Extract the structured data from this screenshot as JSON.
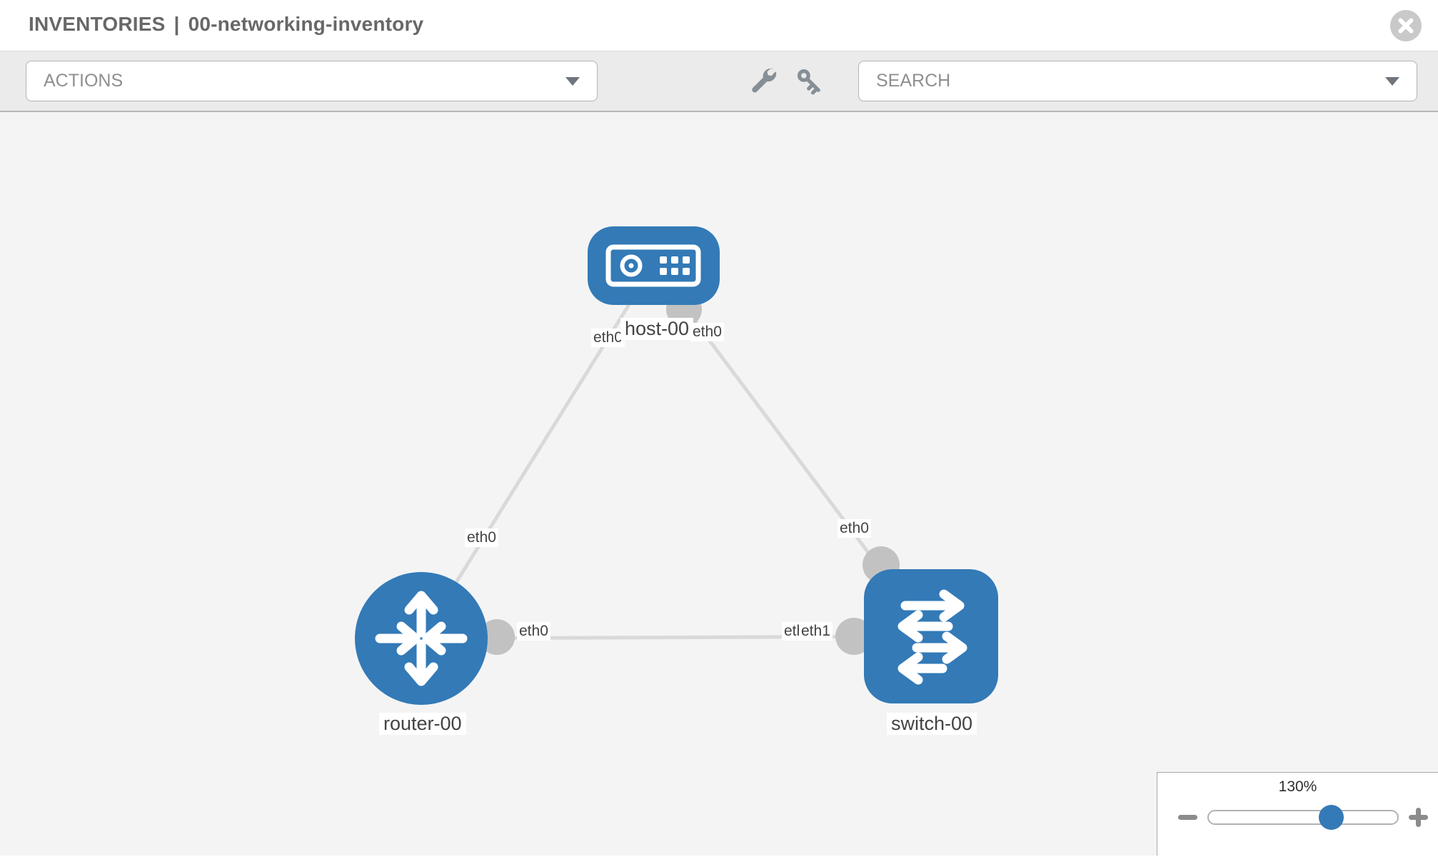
{
  "window": {
    "title_prefix": "INVENTORIES",
    "title_separator": "|",
    "title_name": "00-networking-inventory"
  },
  "toolbar": {
    "actions_label": "ACTIONS",
    "search_label": "SEARCH",
    "icons": [
      "wrench-icon",
      "key-icon"
    ]
  },
  "topology": {
    "nodes": [
      {
        "id": "host-00",
        "type": "host",
        "label": "host-00"
      },
      {
        "id": "router-00",
        "type": "router",
        "label": "router-00"
      },
      {
        "id": "switch-00",
        "type": "switch",
        "label": "switch-00"
      }
    ],
    "links": [
      {
        "from": "host-00",
        "to": "router-00",
        "from_interface": "eth0",
        "to_interface": "eth0"
      },
      {
        "from": "host-00",
        "to": "switch-00",
        "from_interface": "eth0",
        "to_interface": "eth0"
      },
      {
        "from": "router-00",
        "to": "switch-00",
        "from_interface": "eth0",
        "to_interface": "eth1"
      }
    ],
    "interface_labels": {
      "host_left": "eth0",
      "host_right": "eth0",
      "router_top": "eth0",
      "switch_top": "eth0",
      "mid_left": "eth0",
      "mid_right_under": "eth0",
      "mid_right_over": "eth1"
    }
  },
  "zoom_control": {
    "level": "130%"
  },
  "colors": {
    "node_blue": "#337ab7",
    "link_gray": "#d9d9d9",
    "interface_gray": "#c2c2c2",
    "canvas_bg": "#f4f4f4",
    "toolbar_bg": "#ebebeb"
  }
}
